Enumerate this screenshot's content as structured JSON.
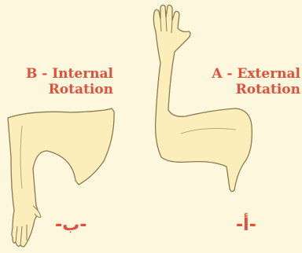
{
  "labels": {
    "b_line1": "B - Internal",
    "b_line2": "Rotation",
    "a_line1": "A - External",
    "a_line2": "Rotation",
    "b_arabic": "-ب-",
    "a_arabic": "-أ-"
  },
  "colors": {
    "label": "#e0503a",
    "skin": "#fbeebb",
    "outline": "#8a7a50",
    "background": "#fdf7dd"
  }
}
